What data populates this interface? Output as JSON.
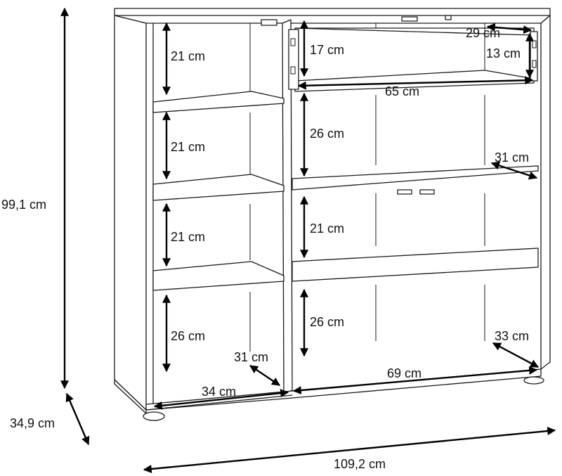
{
  "diagram": {
    "overall": {
      "height": "99,1 cm",
      "depth": "34,9 cm",
      "width": "109,2 cm"
    },
    "left_column": {
      "compartment_1": "21 cm",
      "compartment_2": "21 cm",
      "compartment_3": "21 cm",
      "compartment_4": "26 cm",
      "depth": "31 cm",
      "width": "34 cm"
    },
    "right_column": {
      "drawer_height": "17 cm",
      "drawer_depth": "29 cm",
      "drawer_inner_height": "13 cm",
      "drawer_width": "65 cm",
      "compartment_1": "26 cm",
      "shelf_depth_upper": "31 cm",
      "compartment_2": "21 cm",
      "compartment_3": "26 cm",
      "bottom_depth": "33 cm",
      "width": "69 cm"
    }
  }
}
